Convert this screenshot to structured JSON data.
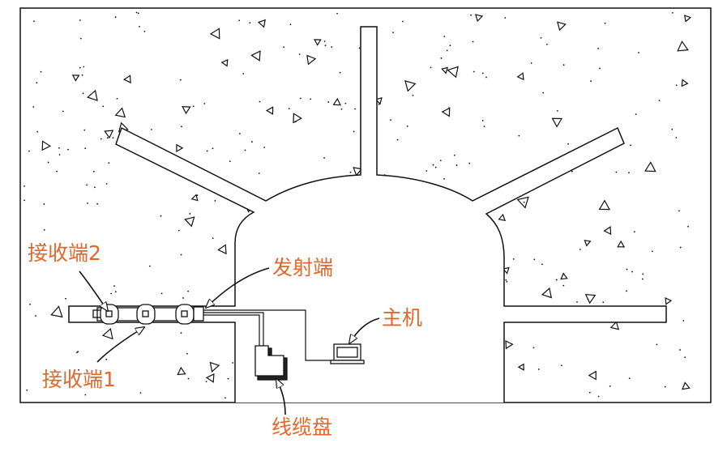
{
  "labels": {
    "receiver_2": "接收端2",
    "transmitter": "发射端",
    "host": "主机",
    "receiver_1": "接收端1",
    "cable_reel": "线缆盘"
  },
  "colors": {
    "label": "#e2672b",
    "line": "#111111"
  }
}
